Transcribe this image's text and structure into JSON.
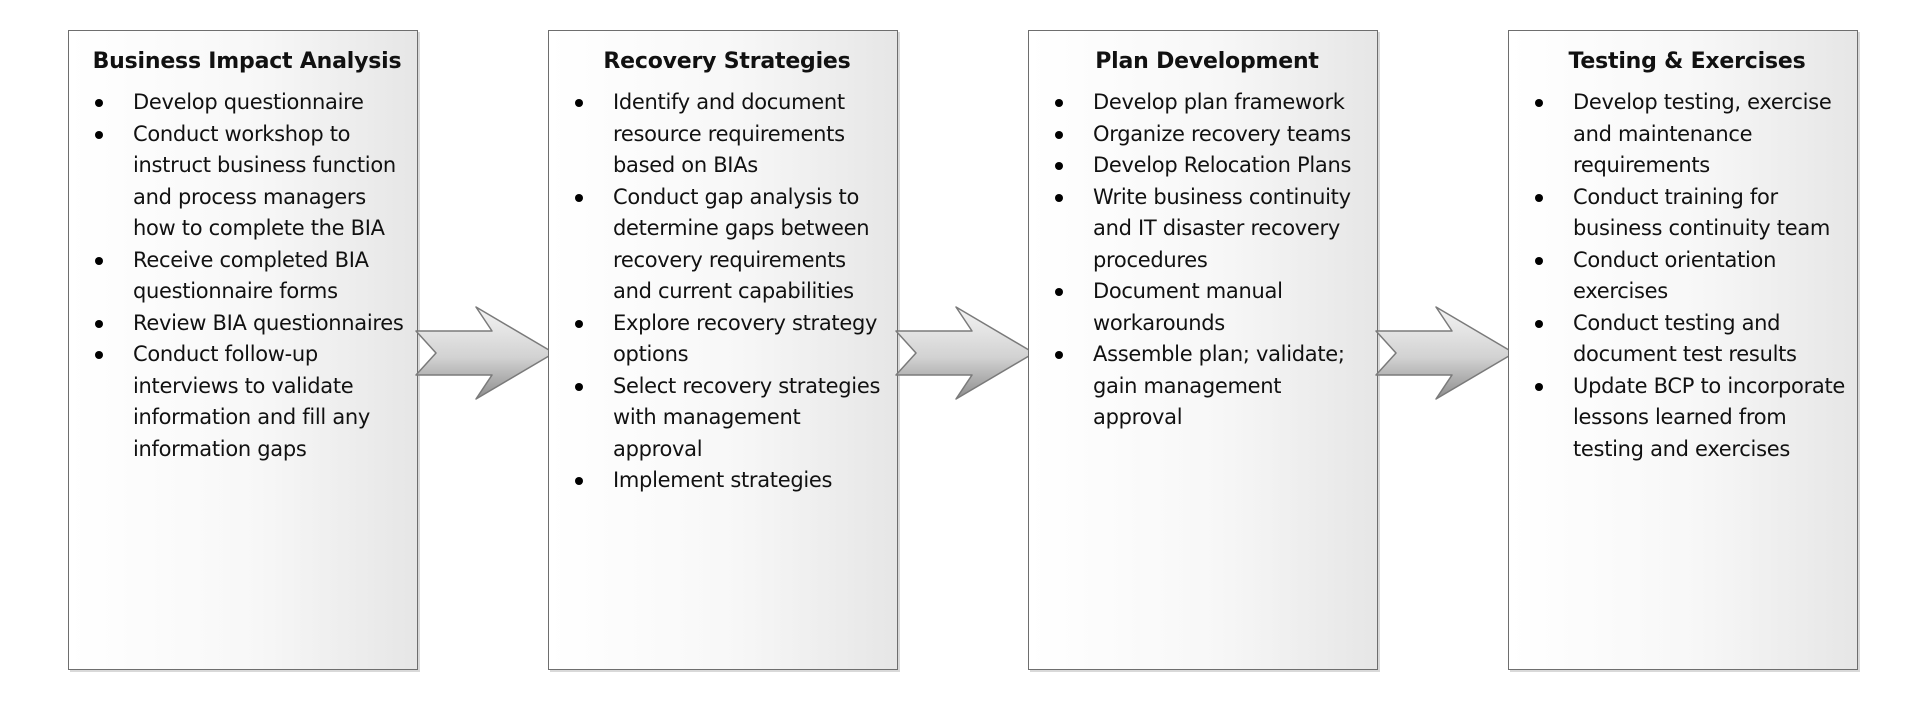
{
  "stages": [
    {
      "title": "Business Impact Analysis",
      "items": [
        "Develop questionnaire",
        "Conduct workshop to instruct business function and process managers how to complete the BIA",
        "Receive completed BIA questionnaire forms",
        "Review BIA questionnaires",
        "Conduct follow-up interviews to validate information and fill any information gaps"
      ]
    },
    {
      "title": "Recovery Strategies",
      "items": [
        "Identify and document resource requirements based on BIAs",
        "Conduct gap analysis to determine gaps between recovery requirements and current capabilities",
        "Explore recovery strategy options",
        "Select recovery strategies with management approval",
        "Implement strategies"
      ]
    },
    {
      "title": "Plan Development",
      "items": [
        "Develop plan framework",
        "Organize recovery teams",
        "Develop Relocation Plans",
        "Write business continuity and IT disaster recovery procedures",
        "Document manual workarounds",
        "Assemble plan; validate; gain management approval"
      ]
    },
    {
      "title": "Testing & Exercises",
      "items": [
        "Develop testing, exercise and maintenance requirements",
        "Conduct training for business continuity team",
        "Conduct orientation exercises",
        "Conduct testing and document test results",
        "Update BCP to incorporate lessons learned from testing and exercises"
      ]
    }
  ],
  "colors": {
    "border": "#6e6e6e",
    "arrow_fill_light": "#f4f4f4",
    "arrow_fill_dark": "#8c8c8c",
    "arrow_stroke": "#7a7a7a",
    "text": "#111111"
  },
  "icons": [
    "chevron-right-arrow-icon"
  ]
}
